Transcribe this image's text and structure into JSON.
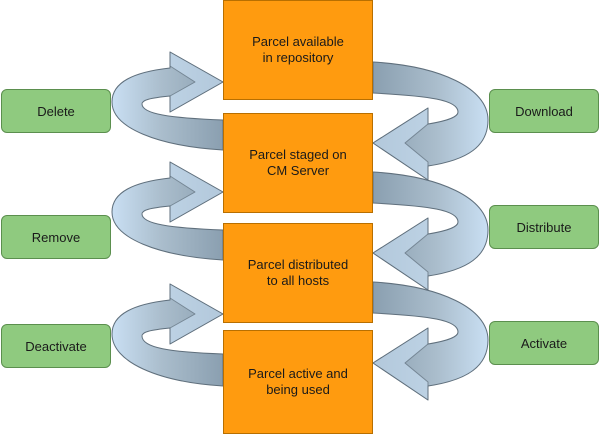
{
  "states": [
    {
      "label": "Parcel available in repository"
    },
    {
      "label": "Parcel staged on CM Server"
    },
    {
      "label": "Parcel distributed to all hosts"
    },
    {
      "label": "Parcel active and being used"
    }
  ],
  "forward_actions": [
    "Download",
    "Distribute",
    "Activate"
  ],
  "backward_actions": [
    "Delete",
    "Remove",
    "Deactivate"
  ],
  "colors": {
    "state_fill": "#ff9b0f",
    "action_fill": "#8fca7f",
    "arrow_light": "#c9dff3",
    "arrow_dark": "#8a9fb0"
  }
}
